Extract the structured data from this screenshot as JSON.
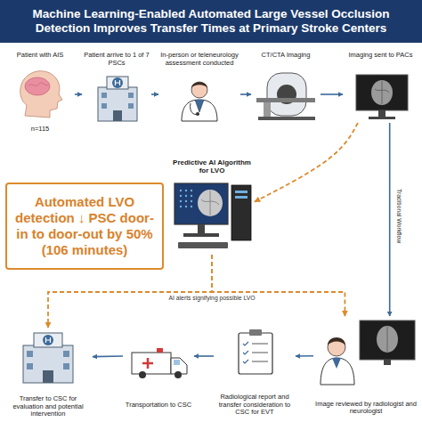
{
  "diagram": {
    "title": "Machine Learning-Enabled Automated Large Vessel Occlusion Detection Improves Transfer Times at Primary Stroke Centers",
    "nodes": [
      {
        "text": [
          "Patient with AIS"
        ]
      },
      {
        "text": [
          "Patient arrive to 1 of 7 PSCs"
        ]
      },
      {
        "text": [
          "In-person or teleneurology assessment conducted"
        ]
      },
      {
        "text": [
          "CT/CTA Imaging"
        ]
      },
      {
        "text": [
          "Imaging sent to PACs"
        ]
      },
      {
        "text": [
          "Predictive AI Algorithm for LVO"
        ]
      },
      {
        "text": [
          "Automated LVO detection ↓ PSC door-in to door-out by 50% (106 minutes)"
        ]
      },
      {
        "text": [
          "Image reviewed by radiologist and neurologist"
        ]
      },
      {
        "text": [
          "Radiological report and transfer consideration to CSC for EVT"
        ]
      },
      {
        "text": [
          "Transportation to CSC"
        ]
      },
      {
        "text": [
          "Transfer to CSC for evaluation and potential intervention"
        ]
      }
    ],
    "edges": [
      {
        "from": 0,
        "to": 1,
        "arrow": "to"
      },
      {
        "from": 1,
        "to": 2,
        "arrow": "to"
      },
      {
        "from": 2,
        "to": 3,
        "arrow": "to"
      },
      {
        "from": 3,
        "to": 4,
        "arrow": "to"
      },
      {
        "from": 4,
        "to": 5,
        "arrow": "to"
      },
      {
        "from": 4,
        "to": 7,
        "label": "Traditional Workflow",
        "arrow": "to"
      },
      {
        "from": 5,
        "to": 10,
        "arrow": "to"
      },
      {
        "from": 5,
        "to": 7,
        "label": "AI alerts signifying possible LVO",
        "arrow": "to"
      },
      {
        "from": 7,
        "to": 8,
        "arrow": "to"
      },
      {
        "from": 8,
        "to": 9,
        "arrow": "to"
      },
      {
        "from": 9,
        "to": 10,
        "arrow": "to"
      }
    ],
    "labels": [
      "n=115"
    ]
  }
}
